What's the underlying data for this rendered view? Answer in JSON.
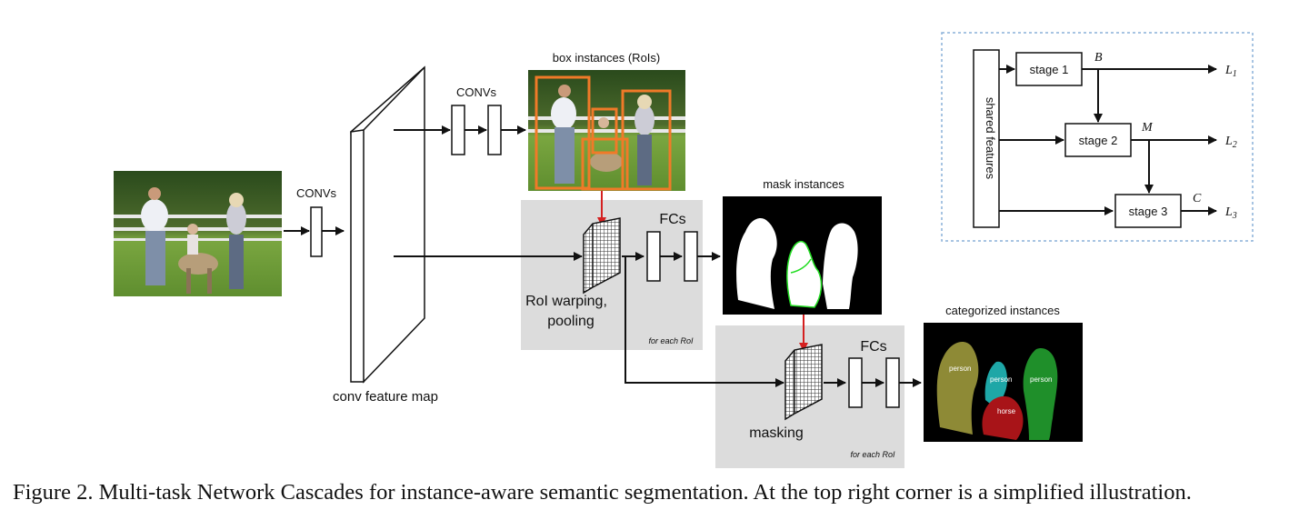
{
  "labels": {
    "convs_left": "CONVs",
    "convs_top": "CONVs",
    "box_instances": "box instances (RoIs)",
    "conv_feature_map": "conv feature map",
    "mask_instances": "mask instances",
    "fcs_1": "FCs",
    "roi_warping_line1": "RoI warping,",
    "roi_warping_line2": "pooling",
    "for_each_roi_1": "for each RoI",
    "categorized_instances": "categorized instances",
    "fcs_2": "FCs",
    "masking": "masking",
    "for_each_roi_2": "for each RoI"
  },
  "categories": {
    "person_left": "person",
    "person_middle": "person",
    "person_right": "person",
    "horse": "horse"
  },
  "inset": {
    "shared_features": "shared features",
    "stage1": "stage 1",
    "stage2": "stage 2",
    "stage3": "stage 3",
    "B": "B",
    "M": "M",
    "C": "C",
    "L1": "L",
    "L1_sub": "1",
    "L2": "L",
    "L2_sub": "2",
    "L3": "L",
    "L3_sub": "3"
  },
  "caption": "Figure 2. Multi-task Network Cascades for instance-aware semantic segmentation. At the top right corner is a simplified illustration.",
  "colors": {
    "panel_gray": "#dcdcdc",
    "red_arrow": "#d42020",
    "box_orange": "#f07a28",
    "mask_green_outline": "#22dd22",
    "cat_person_left": "#8e8a36",
    "cat_person_middle": "#1ea7a7",
    "cat_person_right": "#1f8f2a",
    "cat_horse": "#a81418",
    "inset_border": "#8ab0d8"
  }
}
